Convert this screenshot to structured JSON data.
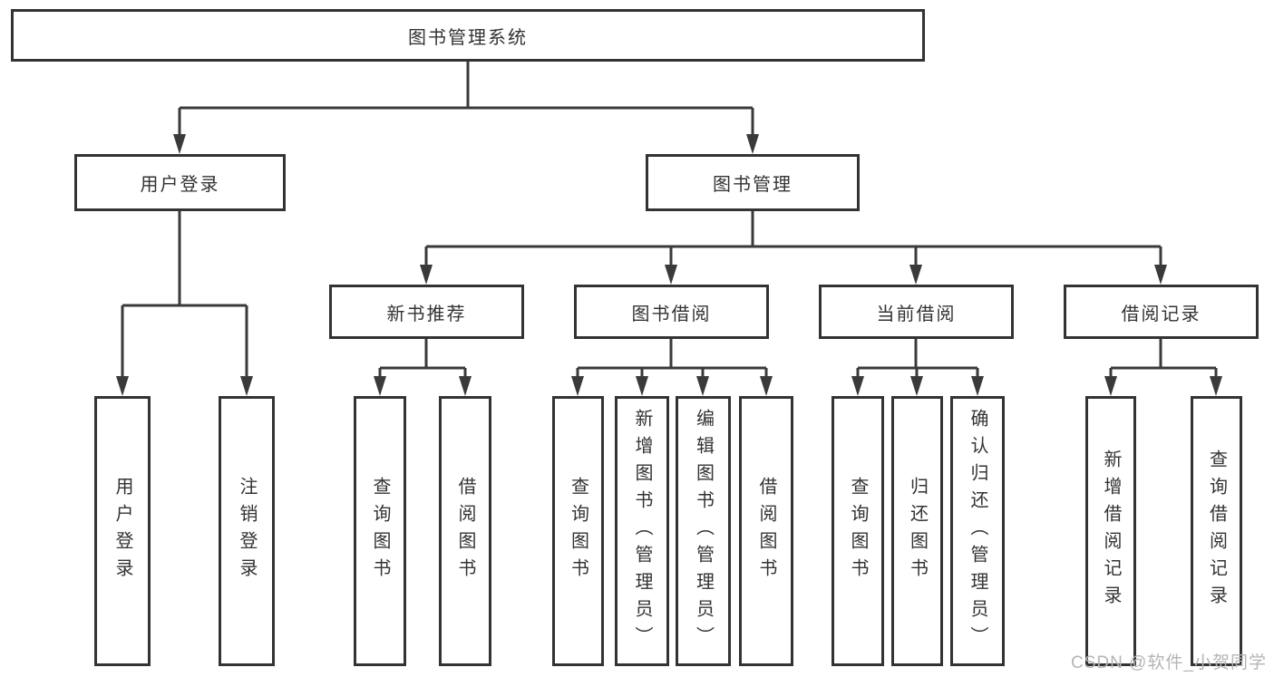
{
  "colors": {
    "line": "#3a3a3a",
    "box_border": "#333333",
    "text": "#333333",
    "watermark": "#b5b5b5",
    "background": "#ffffff"
  },
  "nodes": {
    "root": "图书管理系统",
    "user_login": "用户登录",
    "book_management": "图书管理",
    "new_book_recommend": "新书推荐",
    "book_borrowing": "图书借阅",
    "current_borrowing": "当前借阅",
    "borrowing_records": "借阅记录",
    "leaf_user_login": "用户登录",
    "leaf_logout": "注销登录",
    "recommend_query_books": "查询图书",
    "recommend_borrow_books": "借阅图书",
    "borrowing_query_books": "查询图书",
    "borrowing_add_books": "新增图书（管理员）",
    "borrowing_edit_books": "编辑图书（管理员）",
    "borrowing_borrow_books": "借阅图书",
    "current_query_books": "查询图书",
    "current_return_books": "归还图书",
    "current_confirm_return": "确认归还（管理员）",
    "records_add_record": "新增借阅记录",
    "records_query_record": "查询借阅记录"
  },
  "watermark": "CSDN @软件_小贺同学"
}
